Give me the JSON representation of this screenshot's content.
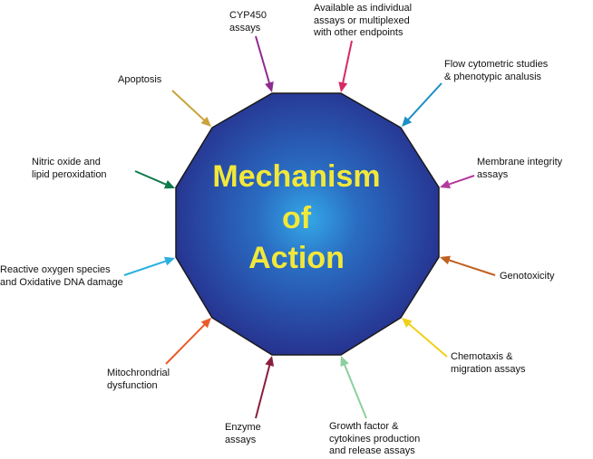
{
  "center": {
    "lines": [
      "Mechanism",
      "of",
      "Action"
    ],
    "fill_inner": "#34a8e6",
    "fill_outer": "#262f8c",
    "text_color": "#f2e83a"
  },
  "items": [
    {
      "id": "cyp450",
      "text": "CYP450\nassays",
      "color": "#8e2a8f"
    },
    {
      "id": "individual",
      "text": "Available as individual\nassays or multiplexed\nwith other endpoints",
      "color": "#d62a66"
    },
    {
      "id": "flow",
      "text": "Flow cytometric studies\n& phenotypic analusis",
      "color": "#1c8fc6"
    },
    {
      "id": "membrane",
      "text": "Membrane integrity\nassays",
      "color": "#b33a9c"
    },
    {
      "id": "genotoxicity",
      "text": "Genotoxicity",
      "color": "#c2601f"
    },
    {
      "id": "chemotaxis",
      "text": "Chemotaxis &\nmigration assays",
      "color": "#f0d01a"
    },
    {
      "id": "growth",
      "text": "Growth factor &\ncytokines production\nand release assays",
      "color": "#8ccf9e"
    },
    {
      "id": "enzyme",
      "text": "Enzyme\nassays",
      "color": "#8a1f3c"
    },
    {
      "id": "mito",
      "text": "Mitochrondrial\ndysfunction",
      "color": "#ea5a2a"
    },
    {
      "id": "ros",
      "text": "Reactive oxygen species\nand Oxidative DNA damage",
      "color": "#2ab0e0"
    },
    {
      "id": "nitric",
      "text": "Nitric oxide and\nlipid peroxidation",
      "color": "#0f7a4a"
    },
    {
      "id": "apoptosis",
      "text": "Apoptosis",
      "color": "#c9a33a"
    }
  ]
}
